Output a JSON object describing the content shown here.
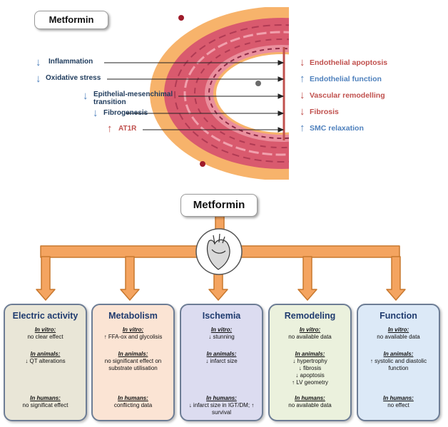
{
  "top": {
    "title": "Metformin",
    "left_items": [
      {
        "dir": "down",
        "label": "Inflammation"
      },
      {
        "dir": "down",
        "label": "Oxidative stress"
      },
      {
        "dir": "down",
        "label": "Epithelial-mesenchimal transition"
      },
      {
        "dir": "down",
        "label": "Fibrogenesis"
      },
      {
        "dir": "up",
        "label": "AT1R"
      }
    ],
    "right_items": [
      {
        "dir": "down",
        "label": "Endothelial apoptosis"
      },
      {
        "dir": "up",
        "label": "Endothelial function"
      },
      {
        "dir": "down",
        "label": "Vascular remodelling"
      },
      {
        "dir": "down",
        "label": "Fibrosis"
      },
      {
        "dir": "up",
        "label": "SMC relaxation"
      }
    ]
  },
  "bottom": {
    "title": "Metformin",
    "cards": [
      {
        "title": "Electric activity",
        "vitro_h": "In vitro:",
        "vitro": "no clear effect",
        "animals_h": "In animals:",
        "animals": "↓ QT  alterations",
        "humans_h": "In humans:",
        "humans": "no significat effect"
      },
      {
        "title": "Metabolism",
        "vitro_h": "In vitro:",
        "vitro": "↑ FFA-ox and glycolisis",
        "animals_h": "In animals:",
        "animals": "no significant effect on substrate utilisation",
        "humans_h": "In humans:",
        "humans": "conflicting data"
      },
      {
        "title": "Ischemia",
        "vitro_h": "In vitro:",
        "vitro": "↓ stunning",
        "animals_h": "In animals:",
        "animals": "↓ infarct size",
        "humans_h": "In humans:",
        "humans": "↓ infarct size in IGT/DM; ↑ survival"
      },
      {
        "title": "Remodeling",
        "vitro_h": "In vitro:",
        "vitro": "no available data",
        "animals_h": "In animals:",
        "animals": "↓ hypertrophy\n↓ fibrosis\n↓ apoptosis\n↑ LV geometry",
        "humans_h": "In humans:",
        "humans": "no available data"
      },
      {
        "title": "Function",
        "vitro_h": "In vitro:",
        "vitro": "no available data",
        "animals_h": "In animals:",
        "animals": "↑ systolic and diastolic function",
        "humans_h": "In humans:",
        "humans": "no effect"
      }
    ]
  },
  "colors": {
    "down_arrow": "#4f81bd",
    "up_arrow_left": "#c0504d",
    "right_down_text": "#c0504d",
    "right_up_text": "#4f81bd",
    "orange_connector": "#f4a460",
    "orange_border": "#c8782e",
    "card_fills": [
      "#e9e6d7",
      "#fbe4d4",
      "#dcdcf0",
      "#ebf1dd",
      "#dce9f7"
    ]
  }
}
